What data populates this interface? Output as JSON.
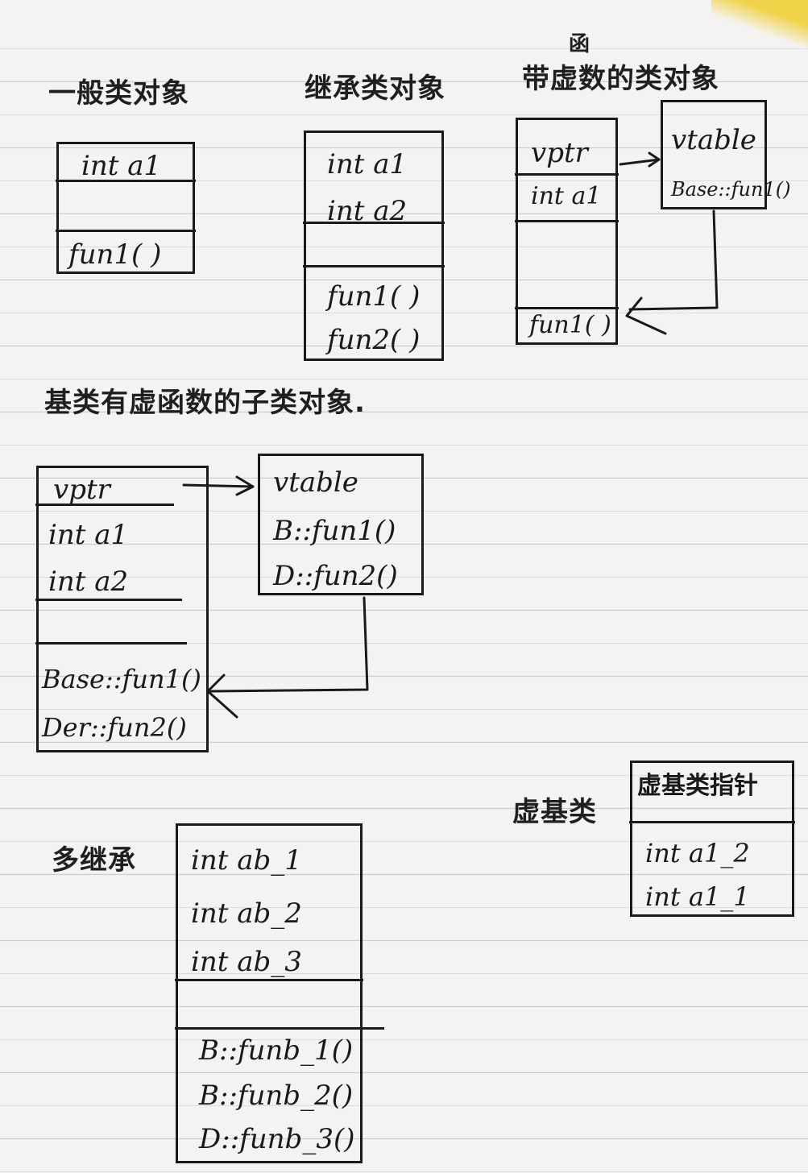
{
  "labels": {
    "plain_object": "一般类对象",
    "inherited_object": "继承类对象",
    "virtual_object_annotation": "函",
    "virtual_object": "带虚数的类对象",
    "derived_virtual_object": "基类有虚函数的子类对象.",
    "multiple_inheritance": "多继承",
    "virtual_base": "虚基类"
  },
  "plain_box": {
    "members": [
      "int a1"
    ],
    "functions": [
      "fun1( )"
    ]
  },
  "inherited_box": {
    "members": [
      "int a1",
      "int a2"
    ],
    "functions": [
      "fun1( )",
      "fun2( )"
    ]
  },
  "virtual_box": {
    "vptr": "vptr",
    "members": [
      "int a1"
    ],
    "functions": [
      "fun1( )"
    ]
  },
  "virtual_vtable": {
    "title": "vtable",
    "entries": [
      "Base::fun1()"
    ]
  },
  "derived_box": {
    "vptr": "vptr",
    "members": [
      "int a1",
      "int a2"
    ],
    "functions": [
      "Base::fun1()",
      "Der::fun2()"
    ]
  },
  "derived_vtable": {
    "title": "vtable",
    "entries": [
      "B::fun1()",
      "D::fun2()"
    ]
  },
  "multi_box": {
    "members": [
      "int ab_1",
      "int ab_2",
      "int ab_3"
    ],
    "functions": [
      "B::funb_1()",
      "B::funb_2()",
      "D::funb_3()"
    ]
  },
  "vbase_box": {
    "header": "虚基类指针",
    "members": [
      "int a1_2",
      "int a1_1"
    ]
  }
}
